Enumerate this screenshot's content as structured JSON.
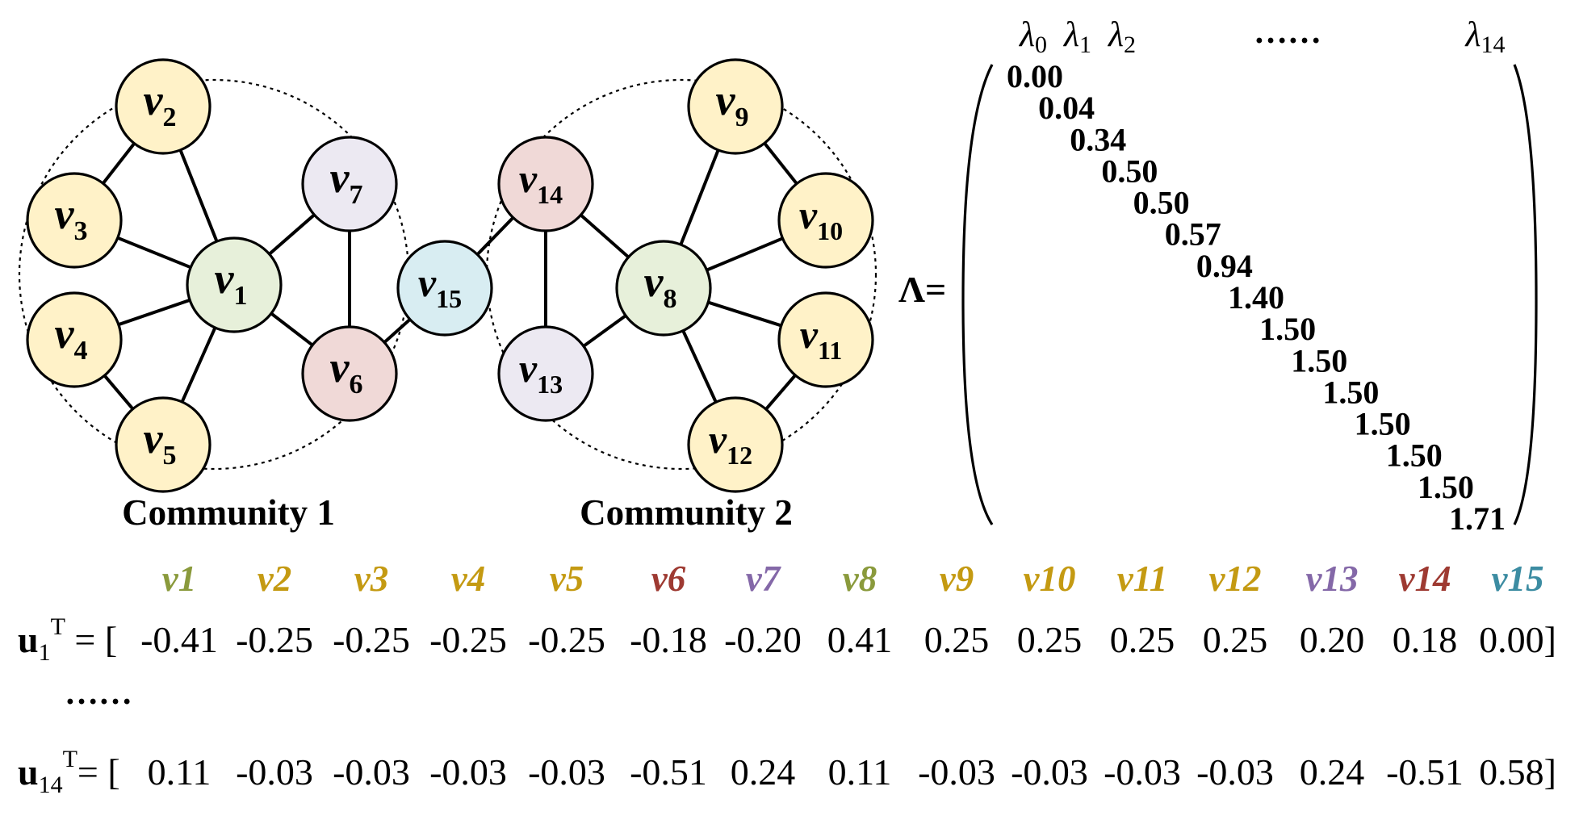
{
  "communities": [
    {
      "id": "c1",
      "label": "Community 1"
    },
    {
      "id": "c2",
      "label": "Community 2"
    }
  ],
  "colors": {
    "yellow_fill": "#FFF2C8",
    "green_fill": "#E7F0DA",
    "purple_fill": "#ECE9F2",
    "red_fill": "#F0D9D7",
    "blue_fill": "#D8EDF2",
    "green_text": "#8A9A3C",
    "yellow_text": "#C49A12",
    "red_text": "#9E3A32",
    "purple_text": "#8468A8",
    "blue_text": "#3C8CA2"
  },
  "nodes": [
    {
      "id": "v1",
      "base": "v",
      "sub": "1",
      "fill": "green"
    },
    {
      "id": "v2",
      "base": "v",
      "sub": "2",
      "fill": "yellow"
    },
    {
      "id": "v3",
      "base": "v",
      "sub": "3",
      "fill": "yellow"
    },
    {
      "id": "v4",
      "base": "v",
      "sub": "4",
      "fill": "yellow"
    },
    {
      "id": "v5",
      "base": "v",
      "sub": "5",
      "fill": "yellow"
    },
    {
      "id": "v6",
      "base": "v",
      "sub": "6",
      "fill": "red"
    },
    {
      "id": "v7",
      "base": "v",
      "sub": "7",
      "fill": "purple"
    },
    {
      "id": "v8",
      "base": "v",
      "sub": "8",
      "fill": "green"
    },
    {
      "id": "v9",
      "base": "v",
      "sub": "9",
      "fill": "yellow"
    },
    {
      "id": "v10",
      "base": "v",
      "sub": "10",
      "fill": "yellow"
    },
    {
      "id": "v11",
      "base": "v",
      "sub": "11",
      "fill": "yellow"
    },
    {
      "id": "v12",
      "base": "v",
      "sub": "12",
      "fill": "yellow"
    },
    {
      "id": "v13",
      "base": "v",
      "sub": "13",
      "fill": "purple"
    },
    {
      "id": "v14",
      "base": "v",
      "sub": "14",
      "fill": "red"
    },
    {
      "id": "v15",
      "base": "v",
      "sub": "15",
      "fill": "blue"
    }
  ],
  "edges": [
    [
      "v1",
      "v2"
    ],
    [
      "v1",
      "v3"
    ],
    [
      "v1",
      "v4"
    ],
    [
      "v1",
      "v5"
    ],
    [
      "v1",
      "v6"
    ],
    [
      "v1",
      "v7"
    ],
    [
      "v2",
      "v3"
    ],
    [
      "v4",
      "v5"
    ],
    [
      "v6",
      "v7"
    ],
    [
      "v6",
      "v15"
    ],
    [
      "v15",
      "v14"
    ],
    [
      "v8",
      "v9"
    ],
    [
      "v8",
      "v10"
    ],
    [
      "v8",
      "v11"
    ],
    [
      "v8",
      "v12"
    ],
    [
      "v8",
      "v13"
    ],
    [
      "v8",
      "v14"
    ],
    [
      "v9",
      "v10"
    ],
    [
      "v11",
      "v12"
    ],
    [
      "v13",
      "v14"
    ]
  ],
  "matrix": {
    "label": "Λ=",
    "header": [
      {
        "base": "λ",
        "sub": "0"
      },
      {
        "base": "λ",
        "sub": "1"
      },
      {
        "base": "λ",
        "sub": "2"
      },
      {
        "base": "λ",
        "sub": "14"
      }
    ],
    "header_ellipsis": "……",
    "diagonal": [
      "0.00",
      "0.04",
      "0.34",
      "0.50",
      "0.50",
      "0.57",
      "0.94",
      "1.40",
      "1.50",
      "1.50",
      "1.50",
      "1.50",
      "1.50",
      "1.50",
      "1.71"
    ]
  },
  "vector_header": [
    {
      "label": "v1",
      "color": "green"
    },
    {
      "label": "v2",
      "color": "yellow"
    },
    {
      "label": "v3",
      "color": "yellow"
    },
    {
      "label": "v4",
      "color": "yellow"
    },
    {
      "label": "v5",
      "color": "yellow"
    },
    {
      "label": "v6",
      "color": "red"
    },
    {
      "label": "v7",
      "color": "purple"
    },
    {
      "label": "v8",
      "color": "green"
    },
    {
      "label": "v9",
      "color": "yellow"
    },
    {
      "label": "v10",
      "color": "yellow"
    },
    {
      "label": "v11",
      "color": "yellow"
    },
    {
      "label": "v12",
      "color": "yellow"
    },
    {
      "label": "v13",
      "color": "purple"
    },
    {
      "label": "v14",
      "color": "red"
    },
    {
      "label": "v15",
      "color": "blue"
    }
  ],
  "eigenvectors": [
    {
      "name": "u",
      "sub": "1",
      "sup": "T",
      "eq": " = [",
      "values": [
        "-0.41",
        "-0.25",
        "-0.25",
        "-0.25",
        "-0.25",
        "-0.18",
        "-0.20",
        "0.41",
        "0.25",
        "0.25",
        "0.25",
        "0.25",
        "0.20",
        "0.18",
        "0.00]"
      ]
    },
    {
      "name": "u",
      "sub": "14",
      "sup": "T",
      "eq": "= [",
      "values": [
        "0.11",
        "-0.03",
        "-0.03",
        "-0.03",
        "-0.03",
        "-0.51",
        "0.24",
        "0.11",
        "-0.03",
        "-0.03",
        "-0.03",
        "-0.03",
        "0.24",
        "-0.51",
        "0.58]"
      ]
    }
  ],
  "row_ellipsis": "……"
}
